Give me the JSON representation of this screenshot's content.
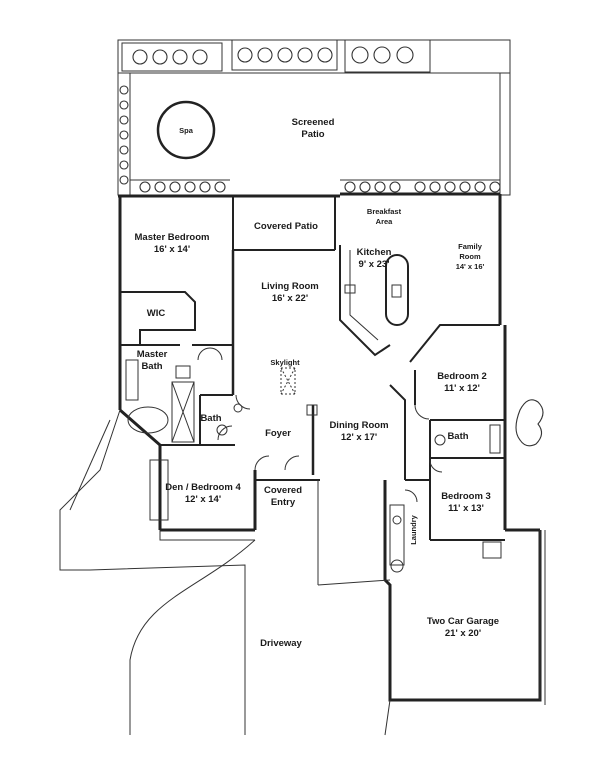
{
  "rooms": {
    "screened_patio": {
      "line1": "Screened",
      "line2": "Patio"
    },
    "spa": {
      "name": "Spa"
    },
    "breakfast_area": {
      "line1": "Breakfast",
      "line2": "Area"
    },
    "master_bedroom": {
      "name": "Master Bedroom",
      "size": "16' x 14'"
    },
    "covered_patio": {
      "name": "Covered Patio"
    },
    "kitchen": {
      "name": "Kitchen",
      "size": "9' x 23'"
    },
    "family_room": {
      "line1": "Family",
      "line2": "Room",
      "size": "14' x 16'"
    },
    "living_room": {
      "name": "Living Room",
      "size": "16' x 22'"
    },
    "wic": {
      "name": "WIC"
    },
    "master_bath": {
      "line1": "Master",
      "line2": "Bath"
    },
    "skylight": {
      "name": "Skylight"
    },
    "bedroom_2": {
      "name": "Bedroom 2",
      "size": "11' x 12'"
    },
    "bath_hall": {
      "name": "Bath"
    },
    "bath_2": {
      "name": "Bath"
    },
    "foyer": {
      "name": "Foyer"
    },
    "dining_room": {
      "name": "Dining Room",
      "size": "12' x 17'"
    },
    "den_bedroom_4": {
      "name": "Den / Bedroom 4",
      "size": "12' x 14'"
    },
    "covered_entry": {
      "line1": "Covered",
      "line2": "Entry"
    },
    "bedroom_3": {
      "name": "Bedroom 3",
      "size": "11' x 13'"
    },
    "laundry": {
      "name": "Laundry"
    },
    "two_car_garage": {
      "name": "Two Car Garage",
      "size": "21' x 20'"
    },
    "driveway": {
      "name": "Driveway"
    }
  }
}
